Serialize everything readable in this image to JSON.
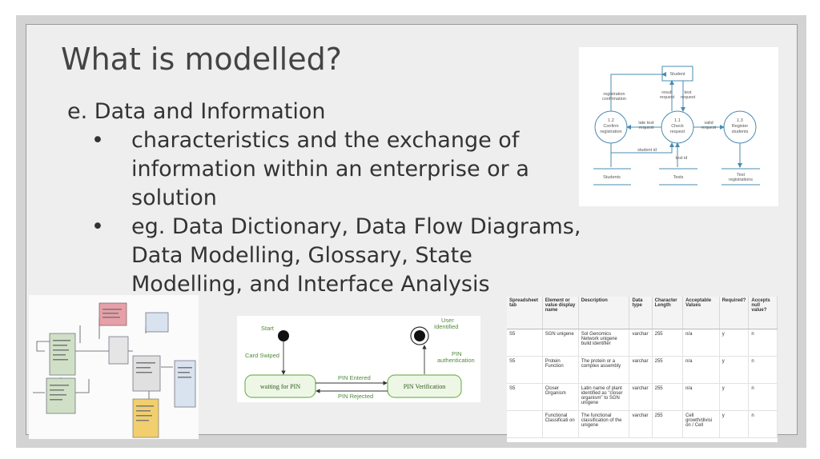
{
  "slide": {
    "title": "What is modelled?",
    "item_e": "e.  Data and Information",
    "bullets": [
      "characteristics and the exchange of information within an enterprise or a solution",
      "eg. Data Dictionary, Data Flow Diagrams, Data Modelling, Glossary, State Modelling, and Interface Analysis"
    ],
    "bullet_symbol": "•"
  },
  "dfd": {
    "student": "Student",
    "registration_confirmation": [
      "registration",
      "confirmation"
    ],
    "confirm": [
      "1.2",
      "Confirm",
      "registration"
    ],
    "check": [
      "1.1",
      "Check",
      "request"
    ],
    "register": [
      "1.3",
      "Register",
      "students"
    ],
    "late_test": [
      "late test",
      "request"
    ],
    "valid": [
      "valid",
      "request"
    ],
    "result_request": [
      "result",
      "request"
    ],
    "test_request": [
      "test",
      "request"
    ],
    "student_id": "student id",
    "test_id": "test id",
    "students": "Students",
    "tests": "Tests",
    "test_registrations": [
      "Test",
      "registrations"
    ]
  },
  "state": {
    "start": "Start",
    "user_identified": [
      "User",
      "Identified"
    ],
    "card_swiped": "Card Swiped",
    "pin_auth": [
      "PIN",
      "authentication"
    ],
    "waiting": "waiting for PIN",
    "verification": "PIN Verification",
    "pin_entered": "PIN Entered",
    "pin_rejected": "PIN Rejected"
  },
  "dictionary": {
    "headers": [
      "Spreadsheet tab",
      "Element or value display name",
      "Description",
      "Data type",
      "Character Length",
      "Acceptable Values",
      "Required?",
      "Accepts null value?"
    ],
    "rows": [
      [
        "S5",
        "SGN unigene",
        "Sol Genomics Network unigene build identifier",
        "varchar",
        "255",
        "n/a",
        "y",
        "n"
      ],
      [
        "S5",
        "Protein Function",
        "The protein or a complex assembly",
        "varchar",
        "255",
        "n/a",
        "y",
        "n"
      ],
      [
        "S5",
        "Closer Organism",
        "Latin name of plant identified as \"closer organism\" to SGN unigene",
        "varchar",
        "255",
        "n/a",
        "y",
        "n"
      ],
      [
        "",
        "Functional Classificati on",
        "The functional classification of the unigene",
        "varchar",
        "255",
        "Cell growth/divisi on / Cell",
        "y",
        "n"
      ]
    ]
  },
  "colors": {
    "slide_bg": "#eeeeee",
    "frame": "#d3d3d3",
    "diagram_blue": "#4a8bb0",
    "state_green": "#78b55c"
  }
}
